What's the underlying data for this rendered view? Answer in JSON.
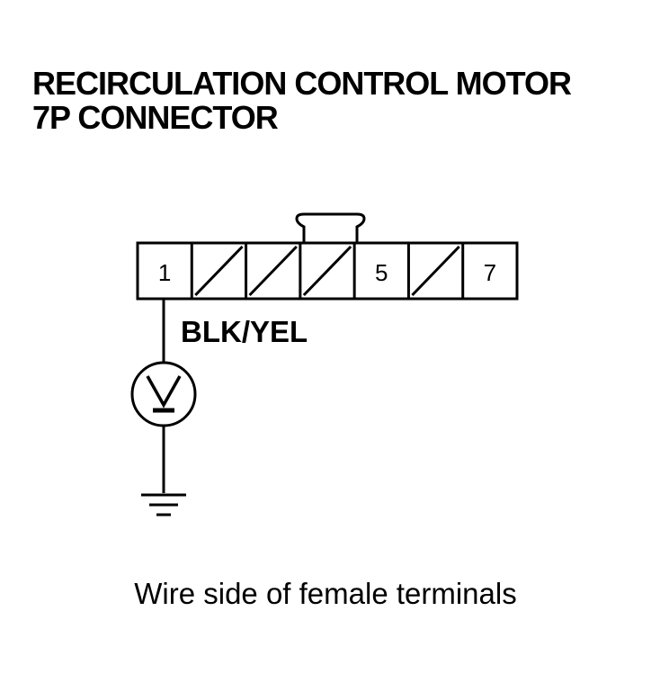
{
  "title": {
    "line1": "RECIRCULATION CONTROL MOTOR",
    "line2": "7P CONNECTOR"
  },
  "connector": {
    "cavities": [
      {
        "label": "1",
        "empty": false
      },
      {
        "label": "",
        "empty": true
      },
      {
        "label": "",
        "empty": true
      },
      {
        "label": "",
        "empty": true
      },
      {
        "label": "5",
        "empty": false
      },
      {
        "label": "",
        "empty": true
      },
      {
        "label": "7",
        "empty": false
      }
    ]
  },
  "wire": {
    "color_label": "BLK/YEL"
  },
  "meter": {
    "icon": "voltmeter-icon"
  },
  "ground": {
    "icon": "ground-icon"
  },
  "caption": "Wire side of female terminals"
}
